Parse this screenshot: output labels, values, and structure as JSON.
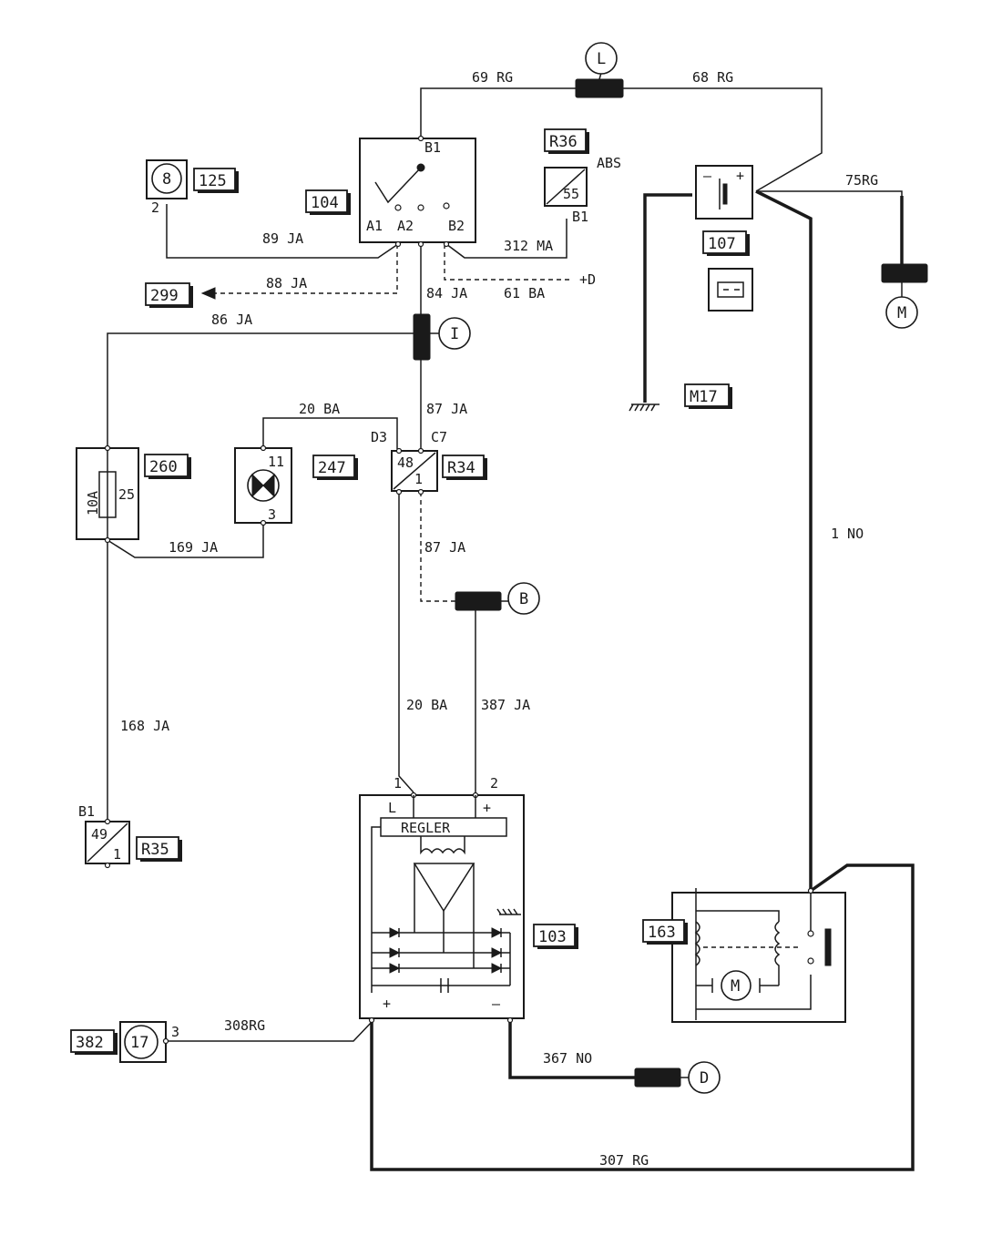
{
  "diagram": {
    "wires": {
      "w69": "69 RG",
      "w68": "68 RG",
      "w75": "75RG",
      "w89": "89 JA",
      "w312": "312 MA",
      "w88": "88 JA",
      "w84": "84 JA",
      "w61": "61 BA",
      "w86": "86 JA",
      "w87a": "87 JA",
      "w20a": "20 BA",
      "w169": "169 JA",
      "w87b": "87 JA",
      "w1": "1 NO",
      "w20b": "20 BA",
      "w387": "387 JA",
      "w168": "168 JA",
      "w308": "308RG",
      "w367": "367 NO",
      "w307": "307 RG"
    },
    "components": {
      "c104": "104",
      "c125": "125",
      "cR36": "R36",
      "c107": "107",
      "c299": "299",
      "c260": "260",
      "c247": "247",
      "cR34": "R34",
      "cM17": "M17",
      "cR35": "R35",
      "c103": "103",
      "c163": "163",
      "c382": "382"
    },
    "connectors": {
      "L": "L",
      "I": "I",
      "B": "B",
      "D": "D",
      "M": "M",
      "sw8": "8",
      "sw8pin": "2",
      "c17": "17",
      "c17pin": "3"
    },
    "pins": {
      "B1": "B1",
      "A1": "A1",
      "A2": "A2",
      "B2": "B2",
      "absB1": "B1",
      "D3": "D3",
      "C7": "C7",
      "r35B1": "B1",
      "alt1": "1",
      "alt2": "2",
      "altL": "L",
      "altPlus": "+",
      "altOutPlus": "+",
      "altOutMinus": "–",
      "lampTop": "11",
      "lampBot": "3",
      "batMinus": "–",
      "batPlus": "+"
    },
    "labels": {
      "abs": "ABS",
      "plusD": "+D",
      "regler": "REGLER",
      "fuseRating": "10A",
      "fuseNum": "25",
      "r36Code": "55",
      "r34Top": "48",
      "r34Bot": "1",
      "r35Top": "49",
      "r35Bot": "1",
      "motor": "M"
    }
  }
}
